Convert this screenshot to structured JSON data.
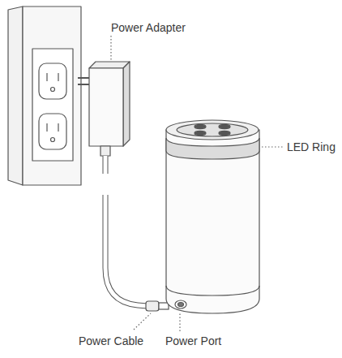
{
  "diagram": {
    "labels": [
      "Power Adapter",
      "LED Ring",
      "Power Cable",
      "Power Port"
    ]
  }
}
